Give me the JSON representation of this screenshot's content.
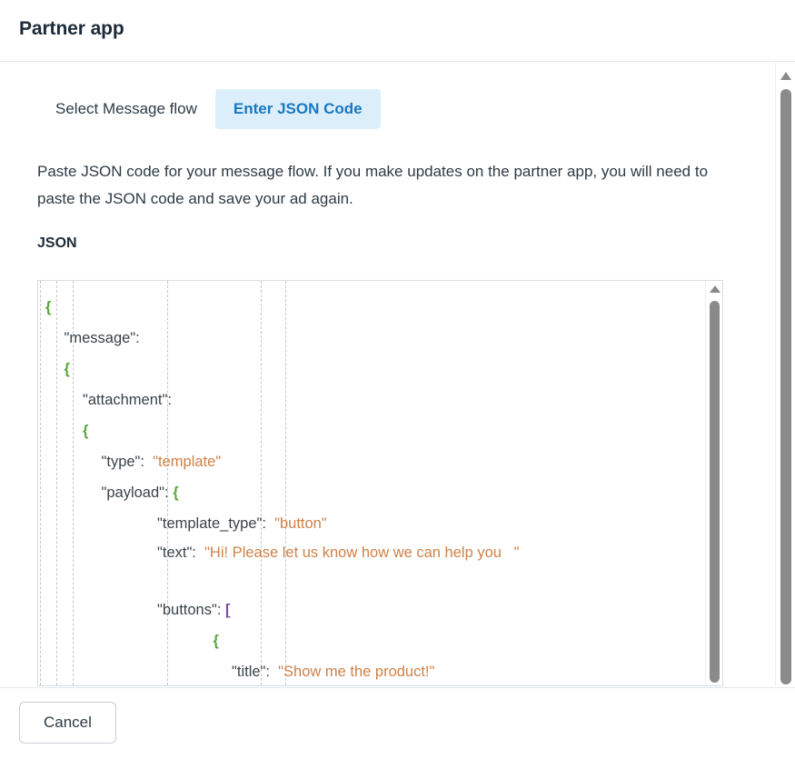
{
  "header": {
    "title": "Partner app"
  },
  "tabs": [
    {
      "label": "Select Message flow",
      "active": false
    },
    {
      "label": "Enter JSON Code",
      "active": true
    }
  ],
  "description": "Paste JSON code for your message flow. If you make updates on the partner app, you will need to paste the JSON code and save your ad again.",
  "field": {
    "label": "JSON"
  },
  "code_lines": [
    {
      "indent": 0,
      "key": "",
      "punct": "{",
      "value": ""
    },
    {
      "indent": 1,
      "key": "\"message\":",
      "punct": "",
      "value": ""
    },
    {
      "indent": 1,
      "key": "",
      "punct": "{",
      "value": ""
    },
    {
      "indent": 2,
      "key": "\"attachment\":",
      "punct": "",
      "value": ""
    },
    {
      "indent": 2,
      "key": "",
      "punct": "{",
      "value": ""
    },
    {
      "indent": 3,
      "key": "\"type\":",
      "punct": "",
      "value": "\"template\""
    },
    {
      "indent": 3,
      "key": "\"payload\":",
      "punct": "{",
      "value": ""
    },
    {
      "indent": 6,
      "key": "\"template_type\":",
      "punct": "",
      "value": "\"button\""
    },
    {
      "indent": 6,
      "key": "\"text\":",
      "punct": "",
      "value": "\"Hi! Please let us know how we can help you   \""
    },
    {
      "indent": 6,
      "key": "\"buttons\":",
      "punct": "[",
      "value": ""
    },
    {
      "indent": 9,
      "key": "",
      "punct": "{",
      "value": ""
    },
    {
      "indent": 10,
      "key": "\"title\":",
      "punct": "",
      "value": "\"Show me the product!\""
    }
  ],
  "footer": {
    "cancel_label": "Cancel"
  },
  "colors": {
    "accent_blue": "#1878c0",
    "tab_active_bg": "#ddeefb",
    "string_orange": "#cf8147",
    "brace_green": "#56a63a",
    "bracket_purple": "#7b4f9d",
    "title_navy": "#1c2b39",
    "text_gray": "#2d3b45",
    "scrollbar_gray": "#8a8a8a"
  }
}
